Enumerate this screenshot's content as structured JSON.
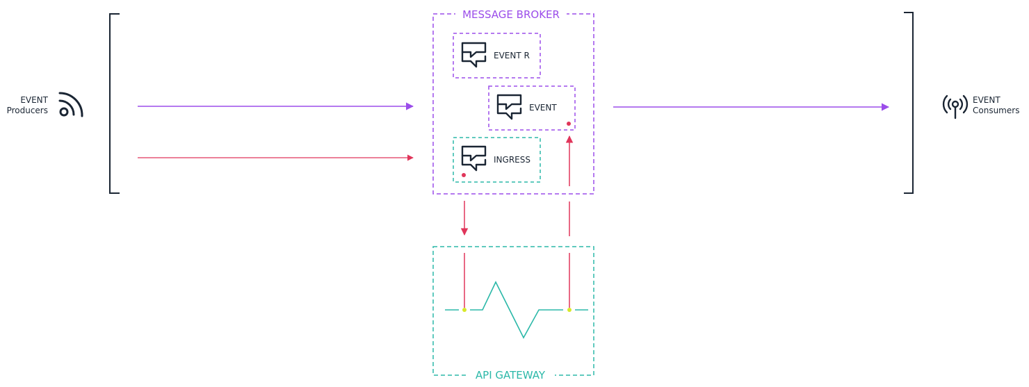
{
  "colors": {
    "purple": "#9b4dea",
    "teal": "#2bb8a8",
    "red": "#e0355a",
    "yellow": "#d8e82a",
    "ink": "#1a2533"
  },
  "producers": {
    "line1": "EVENT",
    "line2": "Producers",
    "icon": "feed-icon"
  },
  "consumers": {
    "line1": "EVENT",
    "line2": "Consumers",
    "icon": "broadcast-icon"
  },
  "broker": {
    "title": "MESSAGE BROKER",
    "queues": [
      {
        "label": "EVENT R",
        "icon": "chat-icon"
      },
      {
        "label": "EVENT",
        "icon": "chat-icon"
      },
      {
        "label": "INGRESS",
        "icon": "chat-icon"
      }
    ]
  },
  "gateway": {
    "title": "API GATEWAY",
    "icon": "pulse-icon"
  }
}
